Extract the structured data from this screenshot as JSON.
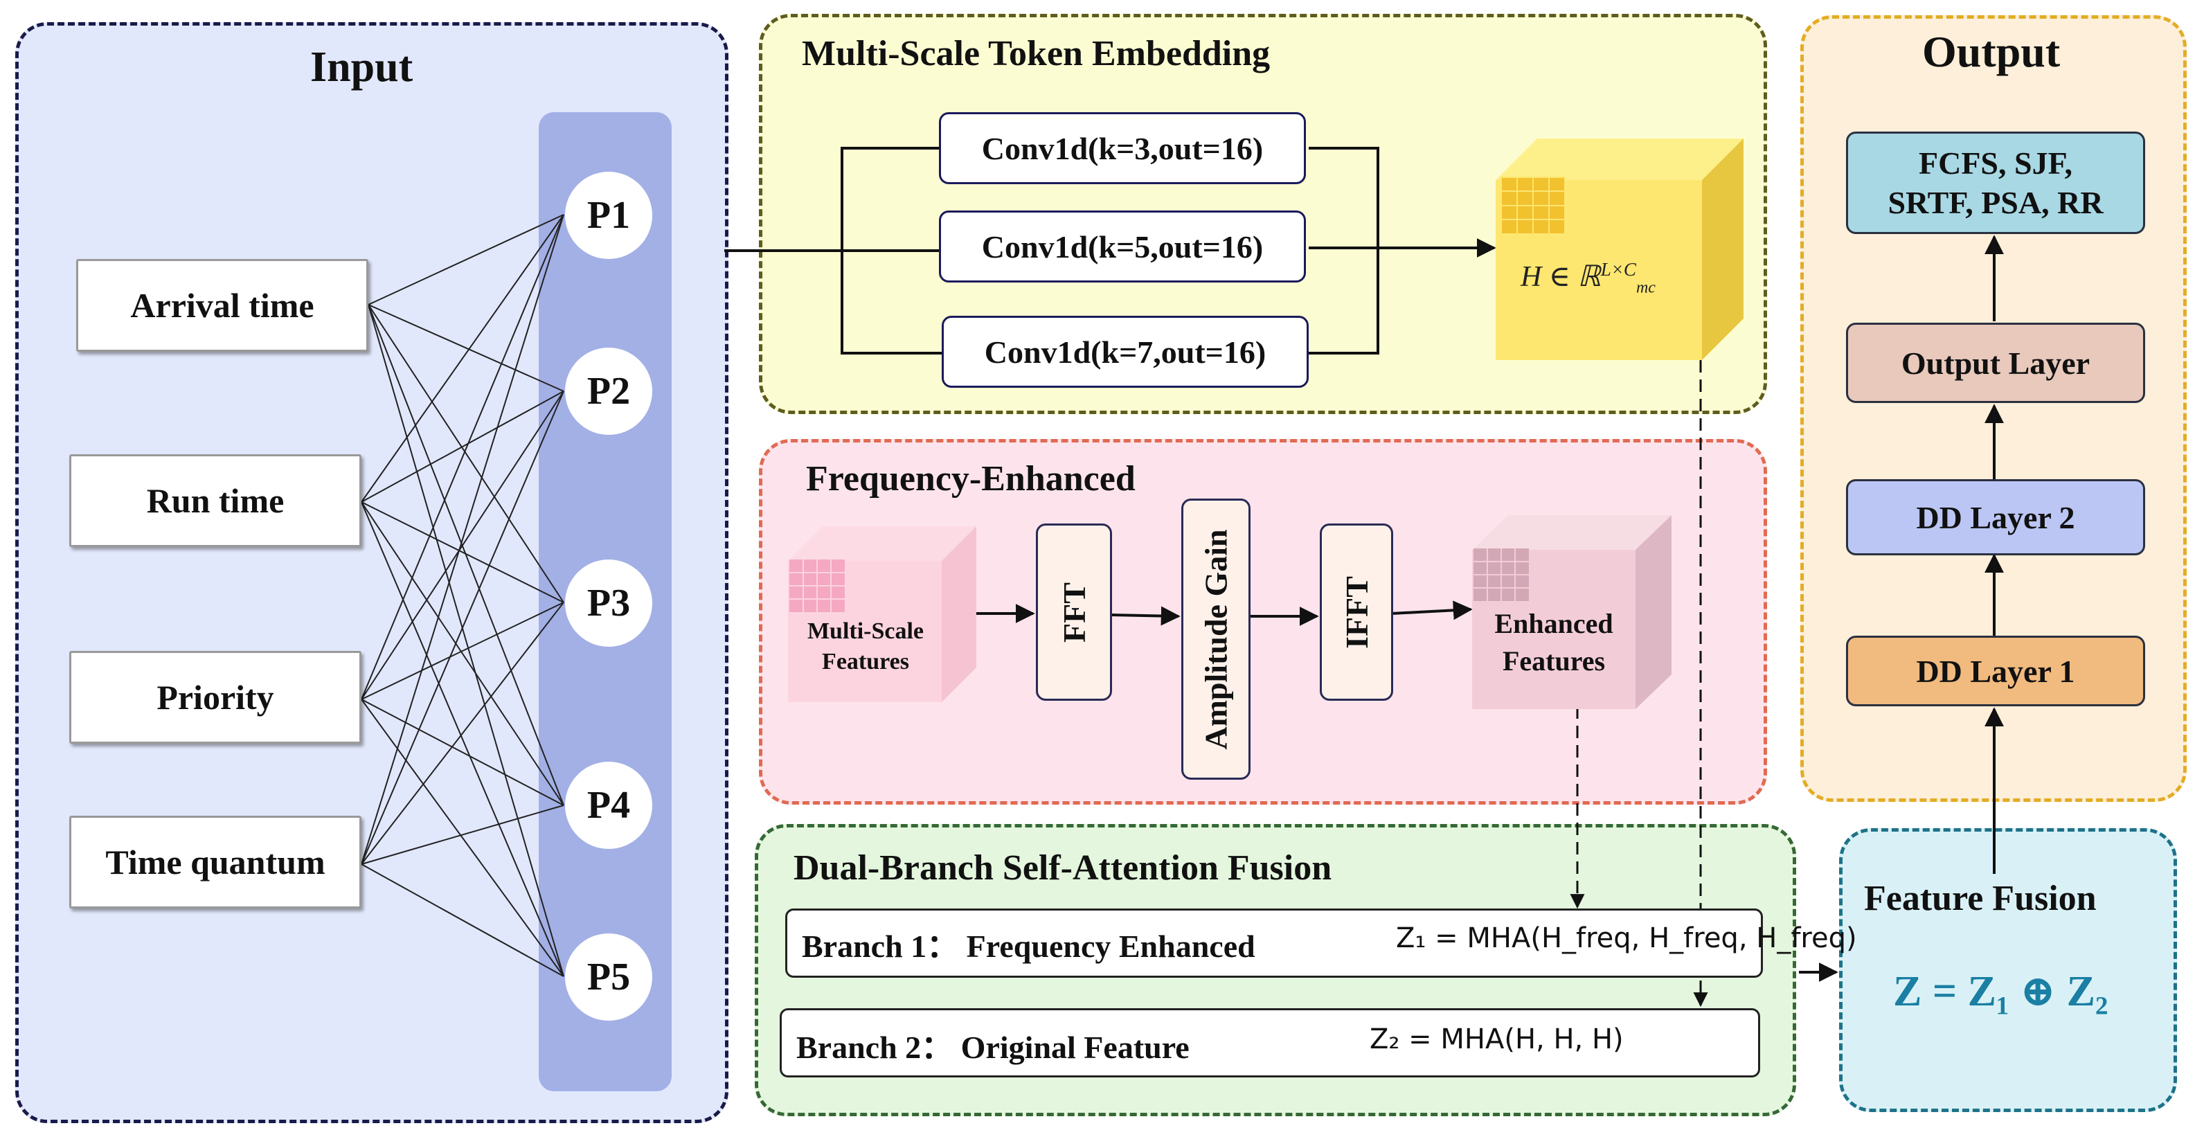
{
  "input": {
    "title": "Input",
    "features": [
      "Arrival time",
      "Run time",
      "Priority",
      "Time quantum"
    ],
    "nodes": [
      "P1",
      "P2",
      "P3",
      "P4",
      "P5"
    ]
  },
  "embedding": {
    "title": "Multi-Scale Token Embedding",
    "convs": [
      "Conv1d(k=3,out=16)",
      "Conv1d(k=5,out=16)",
      "Conv1d(k=7,out=16)"
    ],
    "h_symbol": "H ∈ ℝ",
    "h_superscript": "L×C",
    "h_subscript": "mc"
  },
  "frequency": {
    "title": "Frequency-Enhanced",
    "input_label_line1": "Multi-Scale",
    "input_label_line2": "Features",
    "fft": "FFT",
    "gain": "Amplitude Gain",
    "ifft": "IFFT",
    "output_label_line1": "Enhanced",
    "output_label_line2": "Features"
  },
  "fusion": {
    "title": "Dual-Branch Self-Attention Fusion",
    "branch1_label": "Branch 1： Frequency Enhanced",
    "branch1_formula": "Z₁ = MHA(H_freq, H_freq, H_freq)",
    "branch2_label": "Branch 2： Original Feature",
    "branch2_formula": "Z₂ = MHA(H, H, H)"
  },
  "feature_fusion": {
    "title": "Feature Fusion",
    "formula": "Z = Z₁ ⊕ Z₂"
  },
  "output": {
    "title": "Output",
    "result_line1": "FCFS, SJF,",
    "result_line2": "SRTF, PSA, RR",
    "layers": [
      "Output Layer",
      "DD Layer 2",
      "DD Layer 1"
    ]
  },
  "colors": {
    "input_bg": "#e2e8fc",
    "embedding_bg": "#fcfcd2",
    "frequency_bg": "#fde4ec",
    "fusion_bg": "#e4f7de",
    "feature_fusion_bg": "#d9f1f6",
    "output_bg": "#fdefd9",
    "node_column": "#a3b0e6",
    "cube": "#fde770",
    "accent_teal": "#1a7fa3"
  }
}
